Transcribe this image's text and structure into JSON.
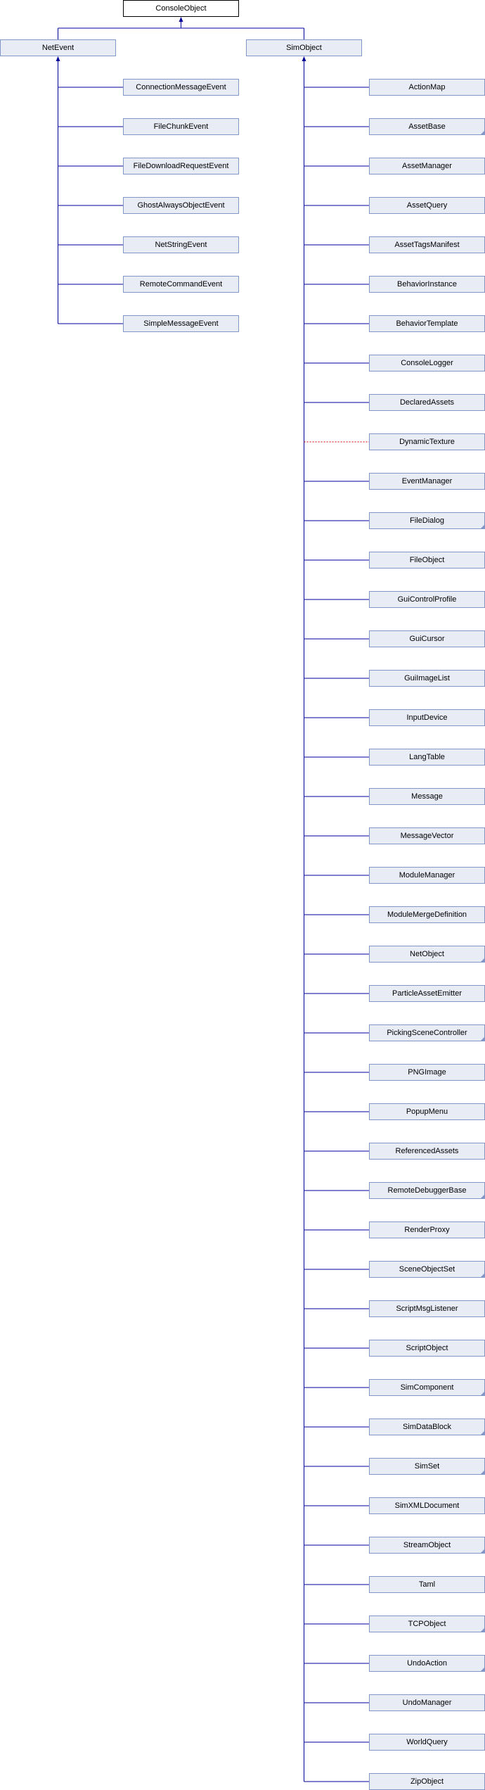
{
  "colors": {
    "line": "#000099",
    "dotted_line": "#cc0000",
    "box_fill": "#e8ecf5",
    "box_border": "#8496c8"
  },
  "root": {
    "label": "ConsoleObject"
  },
  "branches": [
    {
      "label": "NetEvent",
      "children": [
        {
          "label": "ConnectionMessageEvent"
        },
        {
          "label": "FileChunkEvent"
        },
        {
          "label": "FileDownloadRequestEvent"
        },
        {
          "label": "GhostAlwaysObjectEvent"
        },
        {
          "label": "NetStringEvent"
        },
        {
          "label": "RemoteCommandEvent"
        },
        {
          "label": "SimpleMessageEvent"
        }
      ]
    },
    {
      "label": "SimObject",
      "children": [
        {
          "label": "ActionMap"
        },
        {
          "label": "AssetBase",
          "has_subclasses": true
        },
        {
          "label": "AssetManager"
        },
        {
          "label": "AssetQuery"
        },
        {
          "label": "AssetTagsManifest"
        },
        {
          "label": "BehaviorInstance"
        },
        {
          "label": "BehaviorTemplate"
        },
        {
          "label": "ConsoleLogger"
        },
        {
          "label": "DeclaredAssets"
        },
        {
          "label": "DynamicTexture",
          "dotted": true
        },
        {
          "label": "EventManager"
        },
        {
          "label": "FileDialog",
          "has_subclasses": true
        },
        {
          "label": "FileObject"
        },
        {
          "label": "GuiControlProfile"
        },
        {
          "label": "GuiCursor"
        },
        {
          "label": "GuiImageList"
        },
        {
          "label": "InputDevice"
        },
        {
          "label": "LangTable"
        },
        {
          "label": "Message"
        },
        {
          "label": "MessageVector"
        },
        {
          "label": "ModuleManager"
        },
        {
          "label": "ModuleMergeDefinition"
        },
        {
          "label": "NetObject",
          "has_subclasses": true
        },
        {
          "label": "ParticleAssetEmitter"
        },
        {
          "label": "PickingSceneController",
          "has_subclasses": true
        },
        {
          "label": "PNGImage"
        },
        {
          "label": "PopupMenu"
        },
        {
          "label": "ReferencedAssets"
        },
        {
          "label": "RemoteDebuggerBase",
          "has_subclasses": true
        },
        {
          "label": "RenderProxy"
        },
        {
          "label": "SceneObjectSet",
          "has_subclasses": true
        },
        {
          "label": "ScriptMsgListener"
        },
        {
          "label": "ScriptObject"
        },
        {
          "label": "SimComponent",
          "has_subclasses": true
        },
        {
          "label": "SimDataBlock",
          "has_subclasses": true
        },
        {
          "label": "SimSet",
          "has_subclasses": true
        },
        {
          "label": "SimXMLDocument"
        },
        {
          "label": "StreamObject",
          "has_subclasses": true
        },
        {
          "label": "Taml"
        },
        {
          "label": "TCPObject",
          "has_subclasses": true
        },
        {
          "label": "UndoAction",
          "has_subclasses": true
        },
        {
          "label": "UndoManager"
        },
        {
          "label": "WorldQuery"
        },
        {
          "label": "ZipObject"
        }
      ]
    }
  ]
}
